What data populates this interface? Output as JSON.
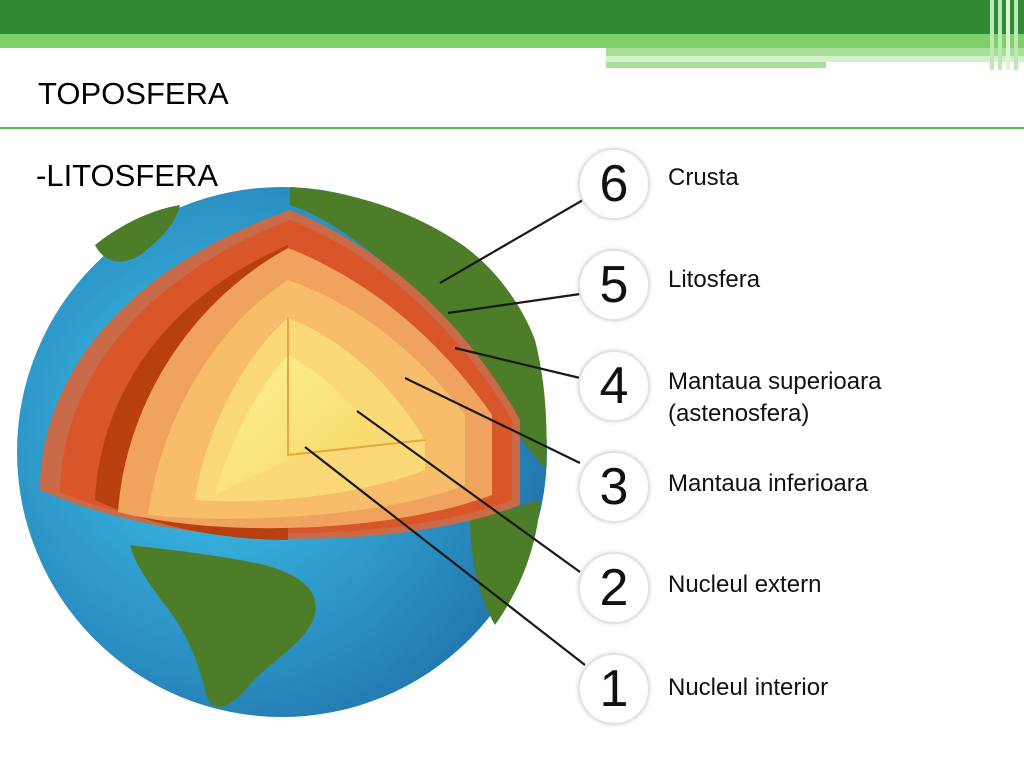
{
  "slide": {
    "title": "TOPOSFERA",
    "subtitle": "-LITOSFERA"
  },
  "layers": [
    {
      "number": "6",
      "label": "Crusta"
    },
    {
      "number": "5",
      "label": "Litosfera"
    },
    {
      "number": "4",
      "label": "Mantaua superioara",
      "label2": "(astenosfera)"
    },
    {
      "number": "3",
      "label": "Mantaua inferioara"
    },
    {
      "number": "2",
      "label": "Nucleul extern"
    },
    {
      "number": "1",
      "label": "Nucleul interior"
    }
  ],
  "colors": {
    "header_green_dark": "#2e8b34",
    "header_green_light": "#7fcf6a",
    "ocean": "#2a9fd6",
    "land": "#4e7d2a",
    "crust": "#d9612a",
    "mantle": "#f2a65a",
    "core": "#f8e27a"
  }
}
